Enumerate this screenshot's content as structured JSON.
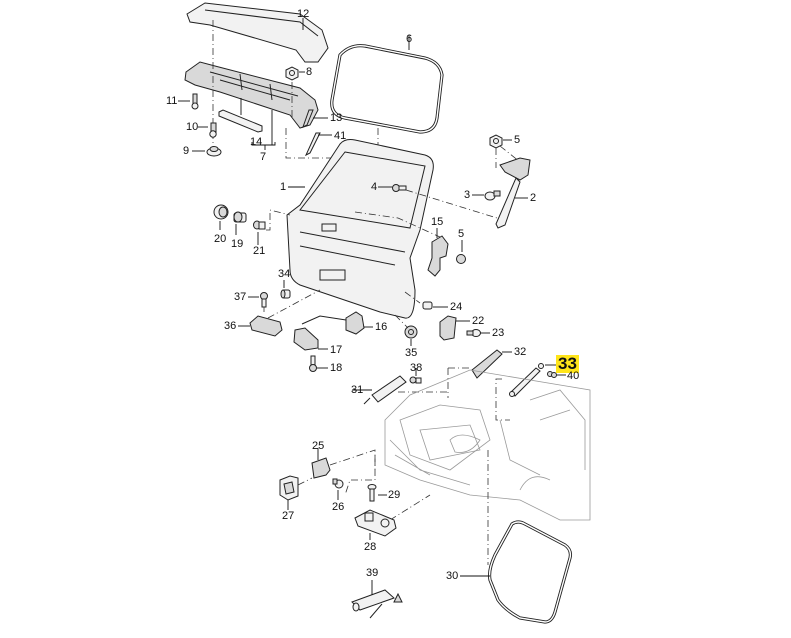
{
  "diagram": {
    "title": "Tailgate / Rear Hatch exploded parts diagram",
    "highlighted_part": "33",
    "highlight_color": "#ffe51a",
    "labels": [
      {
        "id": "12",
        "text": "12"
      },
      {
        "id": "6",
        "text": "6"
      },
      {
        "id": "8",
        "text": "8"
      },
      {
        "id": "11",
        "text": "11"
      },
      {
        "id": "10",
        "text": "10"
      },
      {
        "id": "9",
        "text": "9"
      },
      {
        "id": "14",
        "text": "14"
      },
      {
        "id": "7",
        "text": "7"
      },
      {
        "id": "13",
        "text": "13"
      },
      {
        "id": "41",
        "text": "41"
      },
      {
        "id": "5a",
        "text": "5"
      },
      {
        "id": "1",
        "text": "1"
      },
      {
        "id": "4",
        "text": "4"
      },
      {
        "id": "3",
        "text": "3"
      },
      {
        "id": "2",
        "text": "2"
      },
      {
        "id": "20",
        "text": "20"
      },
      {
        "id": "19",
        "text": "19"
      },
      {
        "id": "21",
        "text": "21"
      },
      {
        "id": "15",
        "text": "15"
      },
      {
        "id": "5b",
        "text": "5"
      },
      {
        "id": "34",
        "text": "34"
      },
      {
        "id": "37",
        "text": "37"
      },
      {
        "id": "24",
        "text": "24"
      },
      {
        "id": "36",
        "text": "36"
      },
      {
        "id": "16",
        "text": "16"
      },
      {
        "id": "22",
        "text": "22"
      },
      {
        "id": "23",
        "text": "23"
      },
      {
        "id": "17",
        "text": "17"
      },
      {
        "id": "35",
        "text": "35"
      },
      {
        "id": "18",
        "text": "18"
      },
      {
        "id": "32",
        "text": "32"
      },
      {
        "id": "33",
        "text": "33"
      },
      {
        "id": "40",
        "text": "40"
      },
      {
        "id": "38",
        "text": "38"
      },
      {
        "id": "31",
        "text": "31"
      },
      {
        "id": "25",
        "text": "25"
      },
      {
        "id": "29",
        "text": "29"
      },
      {
        "id": "27",
        "text": "27"
      },
      {
        "id": "26",
        "text": "26"
      },
      {
        "id": "28",
        "text": "28"
      },
      {
        "id": "39",
        "text": "39"
      },
      {
        "id": "30",
        "text": "30"
      }
    ]
  }
}
